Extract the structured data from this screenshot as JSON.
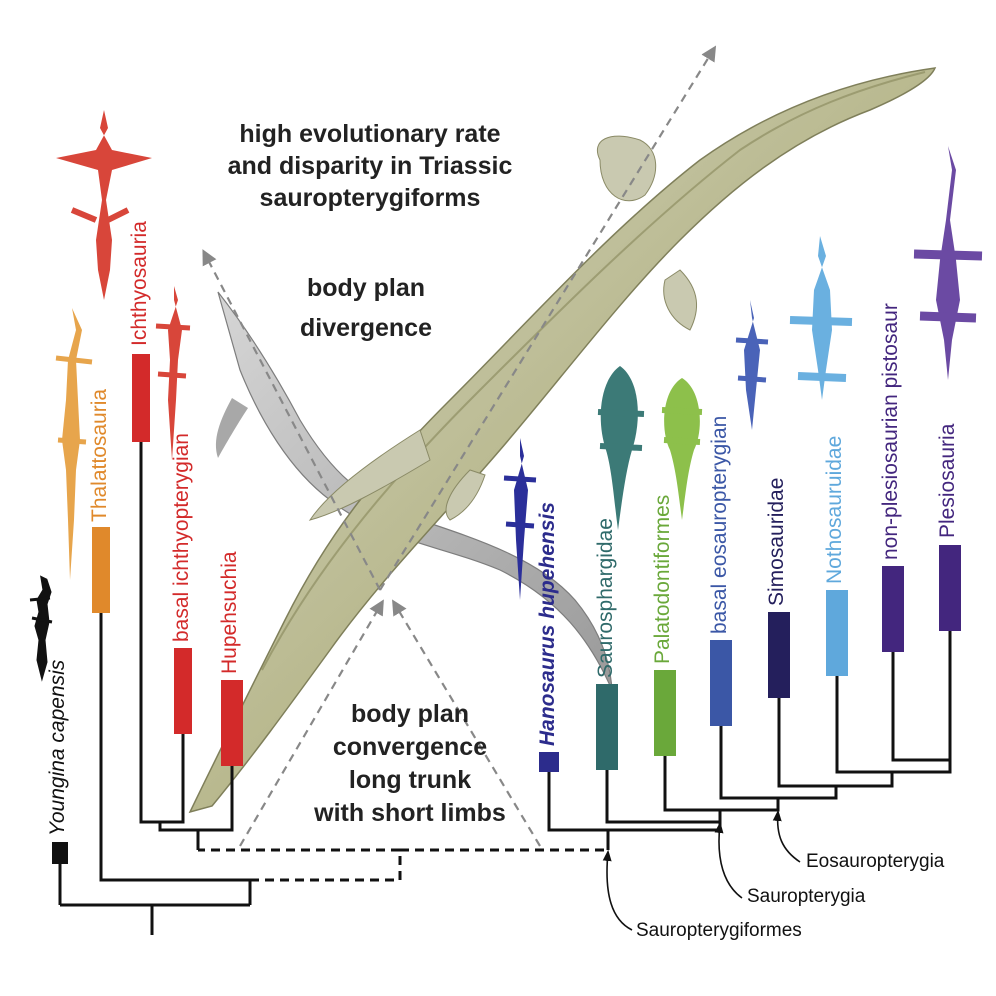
{
  "headline": {
    "line1": "high evolutionary rate",
    "line2": "and disparity in Triassic",
    "line3": "sauropterygiforms"
  },
  "divergence": {
    "line1": "body plan",
    "line2": "divergence"
  },
  "convergence": {
    "line1": "body plan",
    "line2": "convergence",
    "line3": "long trunk",
    "line4": "with short limbs"
  },
  "taxa": [
    {
      "label": "Youngina capensis",
      "color": "#111111",
      "italic": true
    },
    {
      "label": "Thalattosauria",
      "color": "#e0892b"
    },
    {
      "label": "Ichthyosauria",
      "color": "#d32a2a"
    },
    {
      "label": "basal ichthyopterygian",
      "color": "#d32a2a"
    },
    {
      "label": "Hupehsuchia",
      "color": "#d32a2a"
    },
    {
      "label": "Hanosaurus hupehensis",
      "color": "#2c2c8c",
      "italic": true,
      "bold": true
    },
    {
      "label": "Saurosphargidae",
      "color": "#2f6a6a"
    },
    {
      "label": "Palatodontiformes",
      "color": "#6aa83a"
    },
    {
      "label": "basal eosauropterygian",
      "color": "#3b57a6"
    },
    {
      "label": "Simosauridae",
      "color": "#241f5c"
    },
    {
      "label": "Nothosauruidae",
      "color": "#5fa8dc"
    },
    {
      "label": "non-plesiosaurian pistosaur",
      "color": "#43267e"
    },
    {
      "label": "Plesiosauria",
      "color": "#5b3a91"
    }
  ],
  "clades": {
    "eosauropterygia": "Eosauropterygia",
    "sauropterygia": "Sauropterygia",
    "sauropterygiformes": "Sauropterygiformes"
  }
}
